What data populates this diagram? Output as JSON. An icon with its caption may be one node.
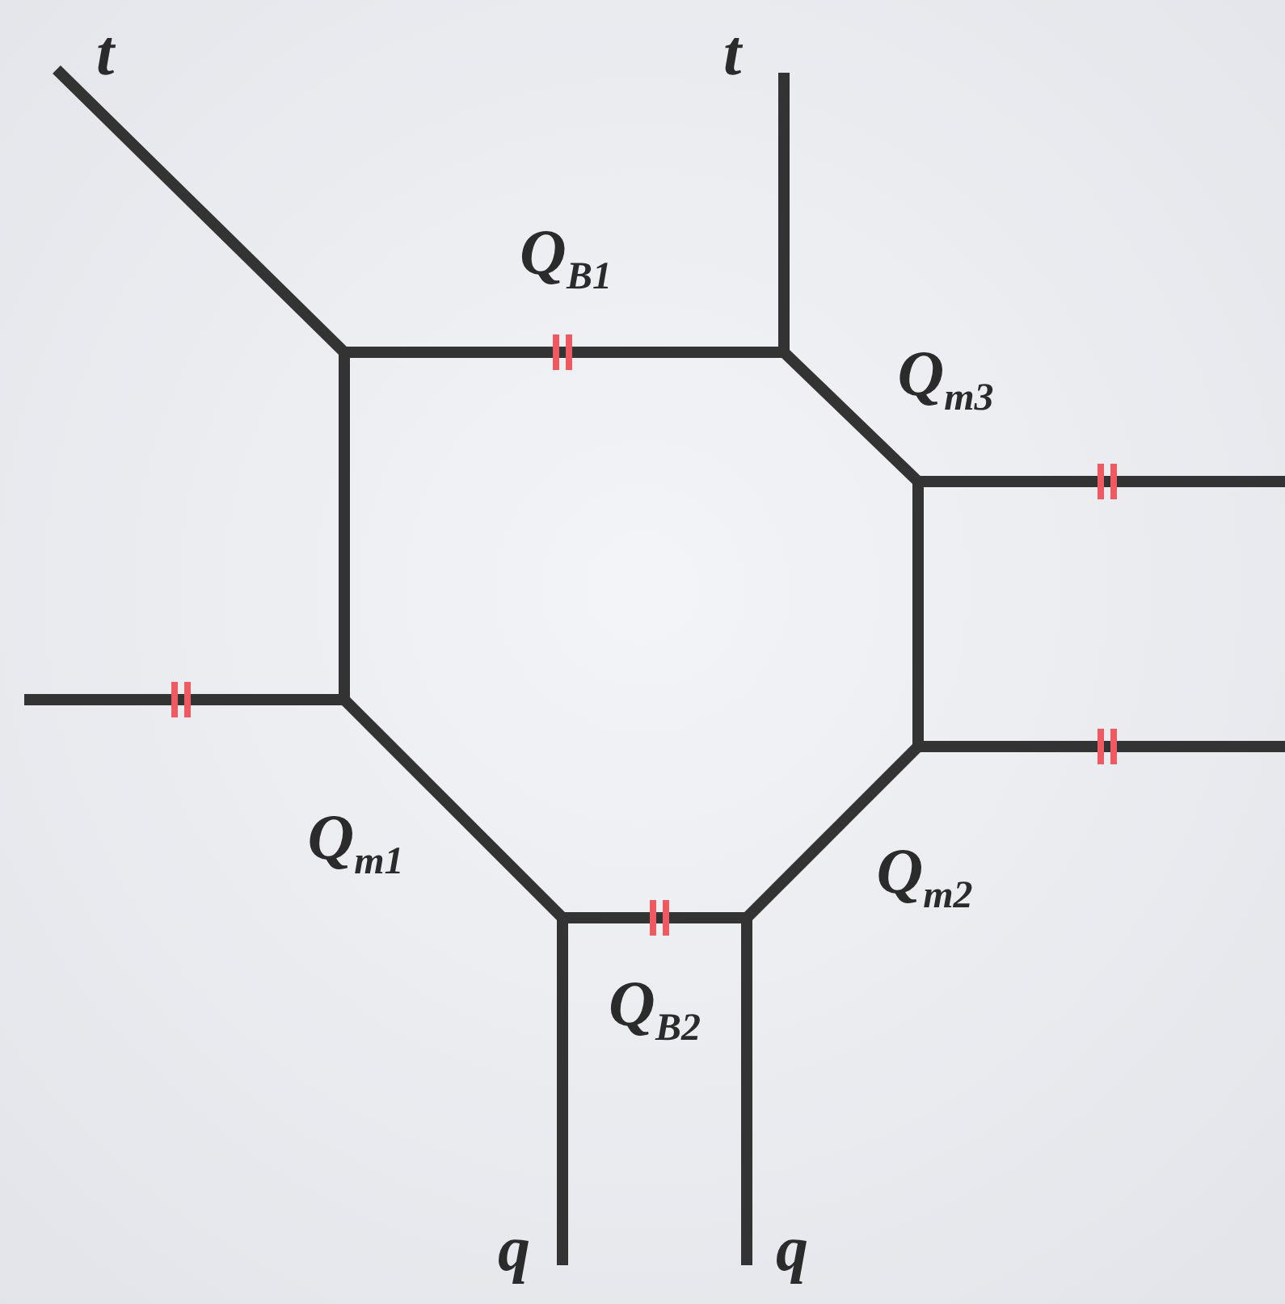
{
  "diagram": {
    "labels": [
      "t",
      "t",
      "Q$_{B1}$",
      "Q$_{m3}$",
      "Q$_{m1}$",
      "Q$_{m2}$",
      "Q$_{B2}$",
      "q",
      "q"
    ]
  }
}
